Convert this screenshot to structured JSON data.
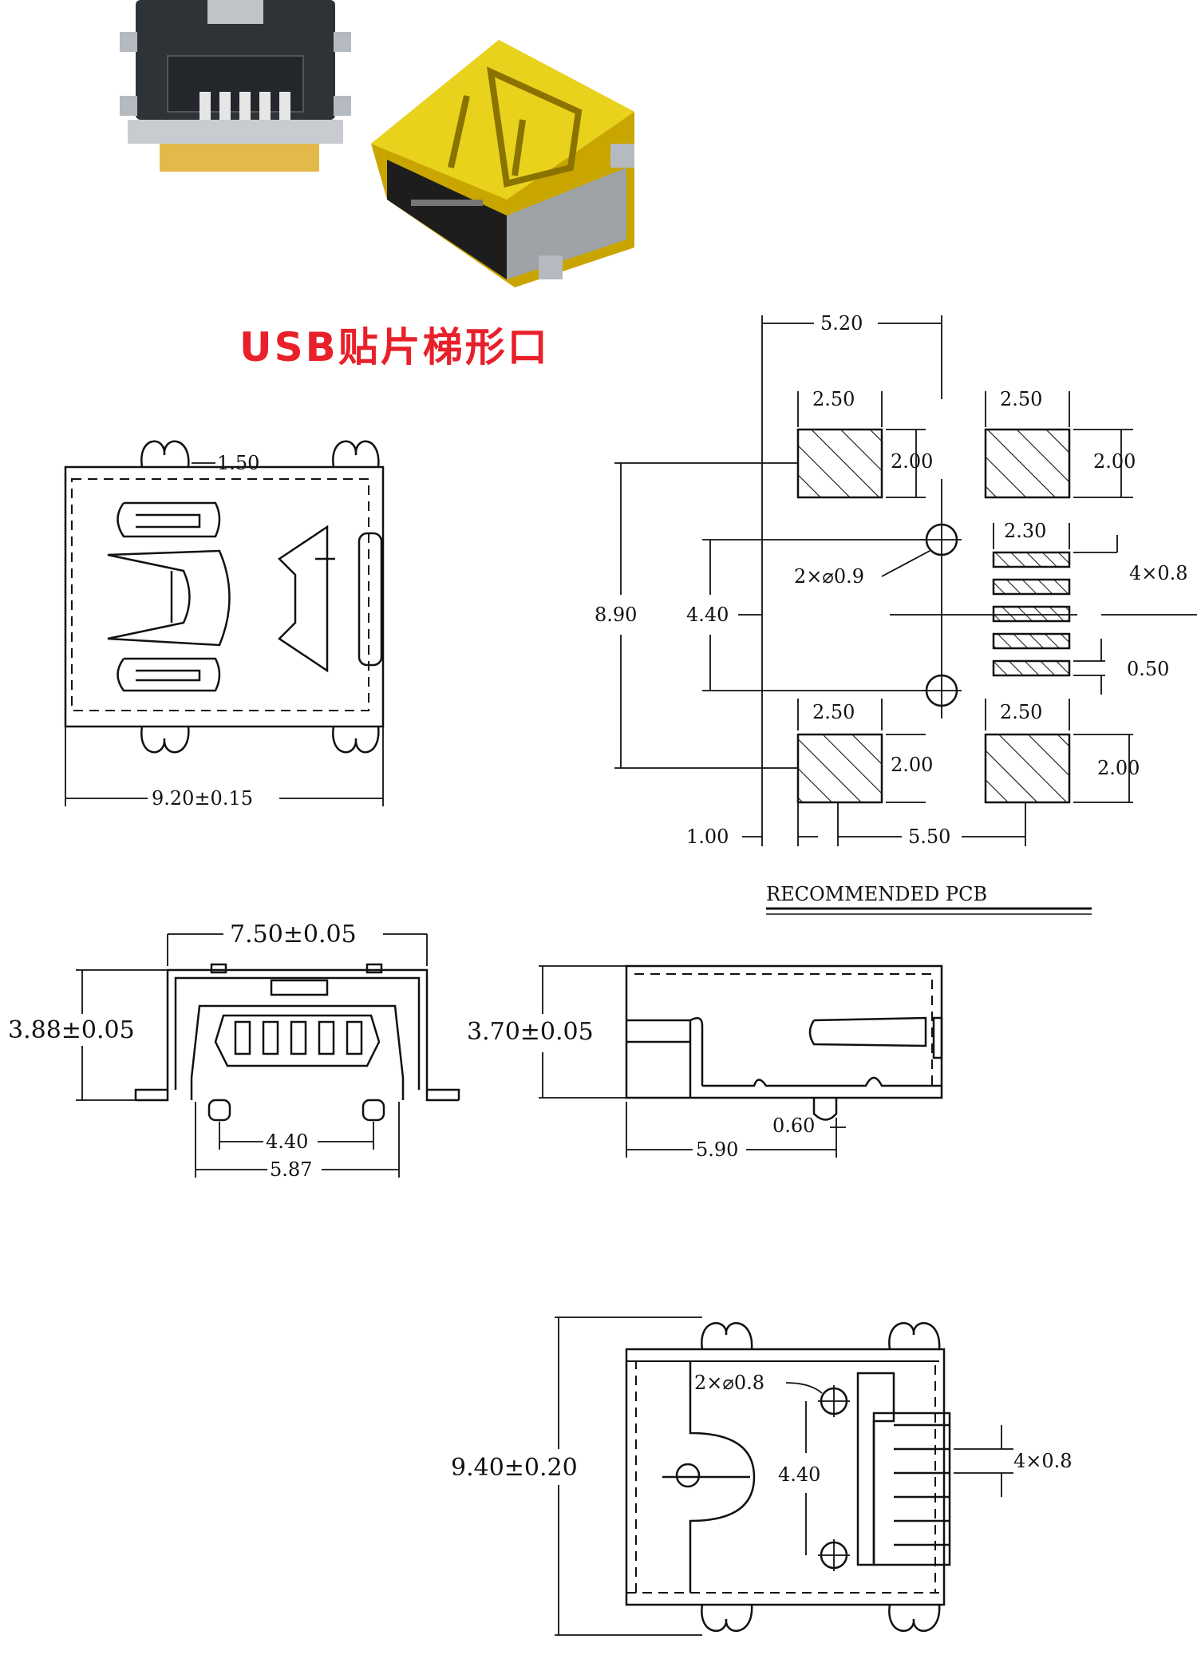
{
  "title": "USB贴片梯形口",
  "colors": {
    "title": "#e8202a",
    "line": "#111111",
    "gold": "#c9a500",
    "housing": "#2e3338"
  },
  "photos": {
    "left_icon": "connector-photo-bottom-view-icon",
    "right_icon": "connector-photo-gold-icon"
  },
  "top_view": {
    "pitch": "1.50",
    "width": "9.20±0.15"
  },
  "pcb": {
    "caption": "RECOMMENDED PCB",
    "overall_width": "5.20",
    "pad_w_tl": "2.50",
    "pad_h_tl": "2.00",
    "pad_w_tr": "2.50",
    "pad_h_tr": "2.00",
    "pin_w": "2.30",
    "holes": "2×⌀0.9",
    "pin_count_w": "4×0.8",
    "height": "8.90",
    "hole_pitch": "4.40",
    "pin_pitch": "0.50",
    "pad_w_bl": "2.50",
    "pad_h_bl": "2.00",
    "pad_w_br": "2.50",
    "pad_h_br": "2.00",
    "offset": "1.00",
    "pad_spacing": "5.50"
  },
  "front_view": {
    "width": "7.50±0.05",
    "height": "3.88±0.05",
    "peg_pitch": "4.40",
    "base_width": "5.87"
  },
  "side_view": {
    "height": "3.70±0.05",
    "peg_offset": "0.60",
    "length": "5.90"
  },
  "bottom_view": {
    "length": "9.40±0.20",
    "holes": "2×⌀0.8",
    "hole_pitch": "4.40",
    "pins": "4×0.8"
  }
}
